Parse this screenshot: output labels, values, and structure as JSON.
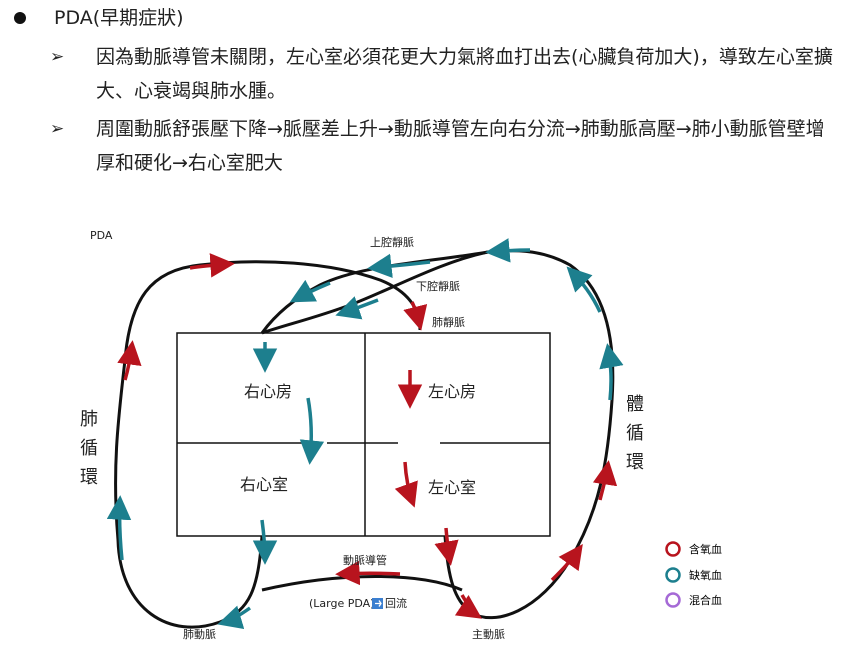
{
  "heading": "PDA(早期症狀)",
  "bullets": [
    {
      "marker": "➢",
      "text": "因為動脈導管未關閉，左心室必須花更大力氣將血打出去(心臟負荷加大)，導致左心室擴大、心衰竭與肺水腫。"
    },
    {
      "marker": "➢",
      "text": "周圍動脈舒張壓下降→脈壓差上升→動脈導管左向右分流→肺動脈高壓→肺小動脈管壁增厚和硬化→右心室肥大"
    }
  ],
  "diagram": {
    "tag": "PDA",
    "chambers": {
      "right_atrium": "右心房",
      "left_atrium": "左心房",
      "right_ventricle": "右心室",
      "left_ventricle": "左心室"
    },
    "vessels": {
      "svc": "上腔靜脈",
      "ivc": "下腔靜脈",
      "pulm_vein": "肺靜脈",
      "ductus": "動脈導管",
      "pulm_artery": "肺動脈",
      "aorta": "主動脈"
    },
    "shunt_note": "(Large PDA)",
    "shunt_note_suffix": "回流",
    "pulmonary_circ": [
      "肺",
      "循",
      "環"
    ],
    "systemic_circ": [
      "體",
      "循",
      "環"
    ],
    "legend": [
      {
        "label": "含氧血",
        "color": "#b8141e"
      },
      {
        "label": "缺氧血",
        "color": "#1d7f8e"
      },
      {
        "label": "混合血",
        "color": "#a56ad6"
      }
    ],
    "colors": {
      "oxy": "#b8141e",
      "deoxy": "#1d7f8e",
      "line": "#111111"
    }
  }
}
